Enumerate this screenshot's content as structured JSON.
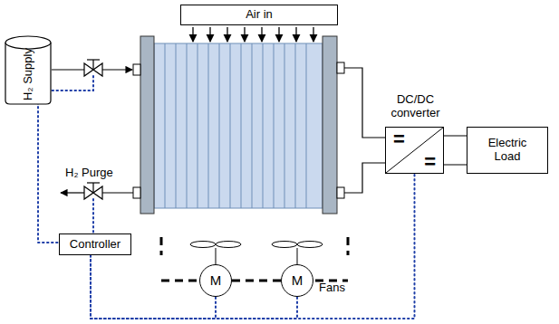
{
  "diagram": {
    "nodes": [
      {
        "text": [
          "Air in"
        ]
      },
      {
        "text": [
          "H₂ Supply"
        ]
      },
      {
        "text": [
          "Controller"
        ]
      },
      {
        "text": [
          "DC/DC converter",
          "=",
          "="
        ]
      },
      {
        "text": [
          "Electric Load"
        ]
      },
      {
        "text": [
          "M"
        ]
      },
      {
        "text": [
          "M"
        ]
      }
    ],
    "edges": [
      {
        "from": 2,
        "to": 5,
        "arrow": "none"
      },
      {
        "from": 2,
        "to": 6,
        "arrow": "none"
      },
      {
        "from": 2,
        "to": 3,
        "arrow": "none"
      },
      {
        "from": 3,
        "to": 4,
        "arrow": "none"
      },
      {
        "from": 5,
        "to": 6,
        "arrow": "none"
      }
    ],
    "labels": [
      "H₂ Purge",
      "Fans"
    ]
  }
}
